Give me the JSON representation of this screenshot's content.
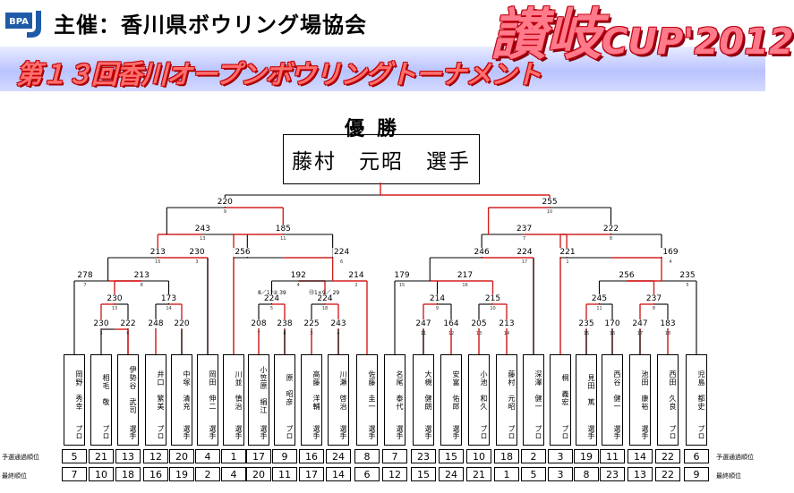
{
  "header": {
    "organizer": "主催：香川県ボウリング場協会",
    "logo_text": "BPAJ",
    "tournament": "第１３回香川オープンボウリングトーナメント",
    "cup_title": "讃岐",
    "cup_en": "CUP'2012"
  },
  "champion": {
    "label": "優勝",
    "name": "藤村　元昭　選手"
  },
  "row_labels": {
    "qualifying": "予選通過順位",
    "final": "最終順位"
  },
  "players": [
    {
      "name": "岡野　秀幸",
      "type": "プロ",
      "q": "5",
      "f": "7"
    },
    {
      "name": "相毛　敬",
      "type": "プロ",
      "q": "21",
      "f": "10"
    },
    {
      "name": "伊勢谷　武司",
      "type": "選手",
      "q": "13",
      "f": "18"
    },
    {
      "name": "井口　繁美",
      "type": "プロ",
      "q": "12",
      "f": "16"
    },
    {
      "name": "中塚　清充",
      "type": "選手",
      "q": "20",
      "f": "19"
    },
    {
      "name": "岡田　伸二",
      "type": "選手",
      "q": "4",
      "f": "2"
    },
    {
      "name": "川並　慎治",
      "type": "選手",
      "q": "1",
      "f": "4"
    },
    {
      "name": "小笠原　絹江",
      "type": "選手",
      "q": "17",
      "f": "20"
    },
    {
      "name": "原　昭彦",
      "type": "プロ",
      "q": "9",
      "f": "11"
    },
    {
      "name": "高藤　洋輔",
      "type": "選手",
      "q": "16",
      "f": "17"
    },
    {
      "name": "川瀬　啓治",
      "type": "選手",
      "q": "24",
      "f": "14"
    },
    {
      "name": "佐藤　圭一",
      "type": "選手",
      "q": "8",
      "f": "6"
    },
    {
      "name": "名尾　泰代",
      "type": "選手",
      "q": "7",
      "f": "12"
    },
    {
      "name": "大槻　健朗",
      "type": "選手",
      "q": "23",
      "f": "15"
    },
    {
      "name": "安富　佑郎",
      "type": "選手",
      "q": "15",
      "f": "24"
    },
    {
      "name": "小池　和久",
      "type": "プロ",
      "q": "10",
      "f": "21"
    },
    {
      "name": "藤村　元昭",
      "type": "プロ",
      "q": "18",
      "f": "1"
    },
    {
      "name": "深澤　健一",
      "type": "プロ",
      "q": "2",
      "f": "5"
    },
    {
      "name": "桐　義宏",
      "type": "プロ",
      "q": "3",
      "f": "3"
    },
    {
      "name": "見田　篤",
      "type": "選手",
      "q": "19",
      "f": "8"
    },
    {
      "name": "西谷　健一",
      "type": "選手",
      "q": "11",
      "f": "23"
    },
    {
      "name": "池田　康裕",
      "type": "選手",
      "q": "14",
      "f": "13"
    },
    {
      "name": "西田　久良",
      "type": "プロ",
      "q": "22",
      "f": "22"
    },
    {
      "name": "児島　都史",
      "type": "プロ",
      "q": "6",
      "f": "9"
    }
  ],
  "scores": {
    "s1": "220",
    "s2": "255",
    "s3": "243",
    "s4": "185",
    "s5": "237",
    "s6": "222",
    "s7": "213",
    "s8": "230",
    "s9": "256",
    "s10": "224",
    "s11": "246",
    "s12": "224",
    "s13": "221",
    "s14": "169",
    "s15": "278",
    "s16": "213",
    "s17": "192",
    "s18": "214",
    "s19": "179",
    "s20": "217",
    "s21": "256",
    "s22": "235",
    "s23": "230",
    "s24": "173",
    "s25": "224",
    "s26": "224",
    "s27": "214",
    "s28": "215",
    "s29": "245",
    "s30": "237",
    "s31": "230",
    "s32": "222",
    "s33": "248",
    "s34": "220",
    "s35": "208",
    "s36": "238",
    "s37": "225",
    "s38": "243",
    "s39": "247",
    "s40": "164",
    "s41": "205",
    "s42": "213",
    "s43": "235",
    "s44": "170",
    "s45": "247",
    "s46": "183"
  },
  "notes": {
    "n1": "8／1?② 39",
    "n2": "⑬1×9／ 29"
  },
  "seeds": {
    "s1": "9",
    "s2": "10",
    "s3": "13",
    "s4": "11",
    "s5": "7",
    "s6": "8",
    "s7": "15",
    "s8": "3",
    "s10": "6",
    "s12": "17",
    "s13": "1",
    "s14": "4",
    "s15": "7",
    "s16": "8",
    "s17": "4",
    "s18": "2",
    "s19": "15",
    "s20": "16",
    "s22": "5",
    "s23": "13",
    "s24": "14",
    "s25": "5",
    "s26": "18",
    "s27": "9",
    "s28": "10",
    "s29": "11",
    "s30": "8",
    "s31": "3",
    "s32": "6",
    "s35": "7",
    "s36": "8",
    "s37": "3",
    "s38": "4",
    "s39": "11",
    "s40": "12",
    "s41": "13",
    "s42": "14",
    "s43": "15",
    "s44": "16",
    "s45": "17",
    "s46": "18"
  },
  "colors": {
    "win_line": "#d42020",
    "line": "#000000",
    "title_red": "#ff6f6f",
    "band": "#b9c3ff"
  }
}
